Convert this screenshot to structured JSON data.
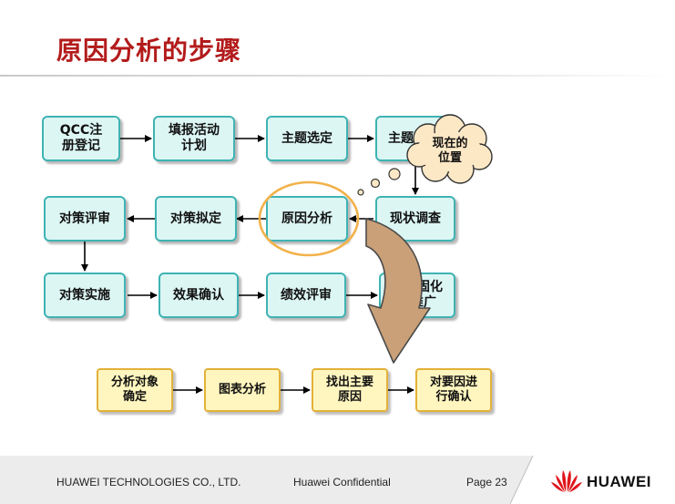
{
  "slide": {
    "title": "原因分析的步骤"
  },
  "steps": {
    "qcc": "QCC注\n册登记",
    "plan": "填报活动\n计划",
    "topic": "主题选定",
    "goal": "主题",
    "survey": "现状调查",
    "cause": "原因分析",
    "draft": "对策拟定",
    "review": "对策评审",
    "implement": "对策实施",
    "confirm": "效果确认",
    "evaluate": "绩效评审",
    "consolidate": "成果固化\n和推广"
  },
  "callout": {
    "current_position": "现在的\n位置"
  },
  "substeps": {
    "object": "分析对象\n确定",
    "chart": "图表分析",
    "main_cause": "找出主要\n原因",
    "verify": "对要因进\n行确认"
  },
  "footer": {
    "company": "HUAWEI TECHNOLOGIES CO., LTD.",
    "confidential": "Huawei Confidential",
    "page": "Page 23",
    "logo_text": "HUAWEI"
  },
  "colors": {
    "title": "#b31b1b",
    "step_fill": "#dcf6f4",
    "step_border": "#3fb3b3",
    "substep_fill": "#fff6bf",
    "substep_border": "#e3b13a",
    "highlight_ellipse": "#f2b24a",
    "curved_arrow": "#caa078",
    "cloud_fill": "#fde8c6",
    "logo_red": "#e0151b"
  }
}
